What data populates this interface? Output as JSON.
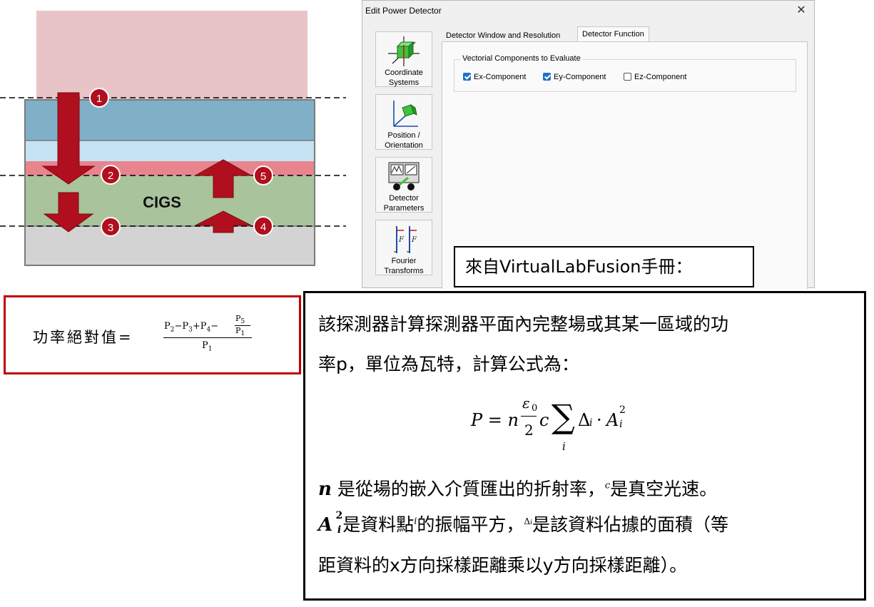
{
  "diagram": {
    "layer_label": "CIGS",
    "markers": [
      "1",
      "2",
      "3",
      "4",
      "5"
    ],
    "colors": {
      "top": "#e8c4c6",
      "window": "#7fb0c8",
      "buffer_light": "#c5e3f3",
      "buffer_pink": "#e8848e",
      "absorber": "#a9c39c",
      "substrate": "#d3d3d3",
      "arrow": "#b00f1e"
    }
  },
  "dialog": {
    "title": "Edit Power Detector",
    "close_glyph": "✕",
    "sidebar": [
      {
        "label_line1": "Coordinate",
        "label_line2": "Systems"
      },
      {
        "label_line1": "Position /",
        "label_line2": "Orientation"
      },
      {
        "label_line1": "Detector",
        "label_line2": "Parameters"
      },
      {
        "label_line1": "Fourier",
        "label_line2": "Transforms"
      }
    ],
    "tabs": [
      "Detector Window and Resolution",
      "Detector Function"
    ],
    "group_title": "Vectorial Components to Evaluate",
    "checkboxes": [
      {
        "label": "Ex-Component",
        "checked": true
      },
      {
        "label": "Ey-Component",
        "checked": true
      },
      {
        "label": "Ez-Component",
        "checked": false
      }
    ]
  },
  "caption": "來自VirtualLabFusion手冊：",
  "abs_formula": {
    "label": "功率絕對值=",
    "P": "P",
    "minus": "−",
    "plus": "+",
    "s2": "2",
    "s3": "3",
    "s4": "4",
    "s5": "5",
    "s1": "1"
  },
  "description": {
    "line1": "該探測器計算探測器平面內完整場或其某一區域的功",
    "line2": "率p，單位為瓦特，計算公式為：",
    "formula": {
      "lhs": "P = n",
      "eps": "ε",
      "eps_sub": "0",
      "den": "2",
      "c": "c",
      "sum": "∑",
      "idx": "i",
      "delta": "Δ",
      "dot": "·",
      "A": "A",
      "sq": "2"
    },
    "n_symbol": "n",
    "line3": "是從場的嵌入介質匯出的折射率，",
    "c_symbol": "c",
    "line3b": "是真空光速。",
    "line4a": "是資料點",
    "i_symbol": "i",
    "line4b": "的振幅平方，",
    "delta_symbol": "Δ",
    "line4c": "是該資料佔據的面積（等",
    "line5": "距資料的x方向採樣距離乘以y方向採樣距離）。"
  }
}
